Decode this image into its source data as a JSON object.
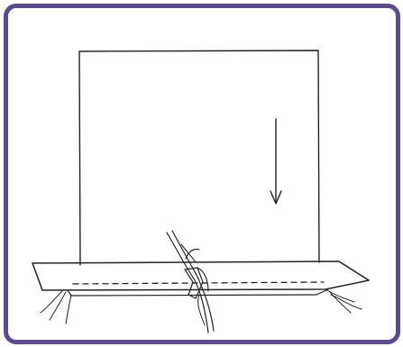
{
  "frame": {
    "border_color": "#5b4a8c",
    "background": "#ffffff"
  },
  "diagram": {
    "ink_color": "#222222",
    "arrow_direction": "down",
    "elements": [
      "square-panel",
      "horizontal-strip",
      "stitch-line",
      "tied-thread",
      "thread-tails"
    ]
  }
}
